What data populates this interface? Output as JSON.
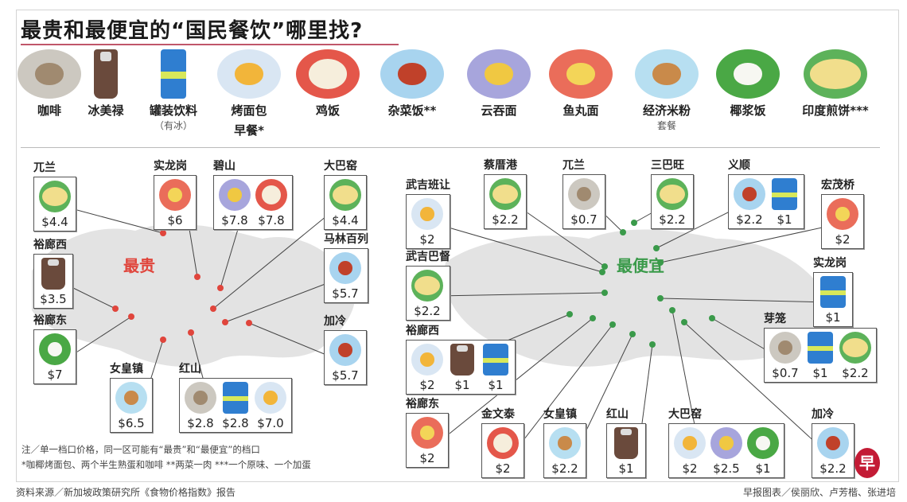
{
  "title": "最贵和最便宜的“国民餐饮”哪里找?",
  "foods": [
    {
      "label": "咖啡",
      "icon": "coffee"
    },
    {
      "label": "冰美禄",
      "icon": "milo"
    },
    {
      "label": "罐装饮料",
      "sub": "（有冰）",
      "icon": "can"
    },
    {
      "label": "烤面包",
      "sub": "早餐*",
      "icon": "toast"
    },
    {
      "label": "鸡饭",
      "icon": "chicken"
    },
    {
      "label": "杂菜饭**",
      "icon": "mixed"
    },
    {
      "label": "云吞面",
      "icon": "wanton"
    },
    {
      "label": "鱼丸面",
      "icon": "fishball"
    },
    {
      "label": "经济米粉",
      "sub": "套餐",
      "icon": "econ"
    },
    {
      "label": "椰浆饭",
      "icon": "nasi"
    },
    {
      "label": "印度煎饼***",
      "icon": "prata"
    }
  ],
  "expensive": {
    "label": "最贵",
    "color": "#e0453c",
    "areas": [
      {
        "name": "兀兰",
        "items": [
          {
            "icon": "prata",
            "price": "$4.4"
          }
        ]
      },
      {
        "name": "实龙岗",
        "items": [
          {
            "icon": "fishball",
            "price": "$6"
          }
        ]
      },
      {
        "name": "碧山",
        "items": [
          {
            "icon": "wanton",
            "price": "$7.8"
          },
          {
            "icon": "chicken",
            "price": "$7.8"
          }
        ]
      },
      {
        "name": "大巴窑",
        "items": [
          {
            "icon": "prata",
            "price": "$4.4"
          }
        ]
      },
      {
        "name": "裕廊西",
        "items": [
          {
            "icon": "milo",
            "price": "$3.5"
          }
        ]
      },
      {
        "name": "马林百列",
        "items": [
          {
            "icon": "mixed",
            "price": "$5.7"
          }
        ]
      },
      {
        "name": "裕廊东",
        "items": [
          {
            "icon": "nasi",
            "price": "$7"
          }
        ]
      },
      {
        "name": "加冷",
        "items": [
          {
            "icon": "mixed",
            "price": "$5.7"
          }
        ]
      },
      {
        "name": "女皇镇",
        "items": [
          {
            "icon": "econ",
            "price": "$6.5"
          }
        ]
      },
      {
        "name": "红山",
        "items": [
          {
            "icon": "coffee",
            "price": "$2.8"
          },
          {
            "icon": "can",
            "price": "$2.8"
          },
          {
            "icon": "toast",
            "price": "$7.0"
          }
        ]
      }
    ]
  },
  "cheapest": {
    "label": "最便宜",
    "color": "#3a9a4a",
    "areas": [
      {
        "name": "武吉班让",
        "items": [
          {
            "icon": "toast",
            "price": "$2"
          }
        ]
      },
      {
        "name": "蔡厝港",
        "items": [
          {
            "icon": "prata",
            "price": "$2.2"
          }
        ]
      },
      {
        "name": "兀兰",
        "items": [
          {
            "icon": "coffee",
            "price": "$0.7"
          }
        ]
      },
      {
        "name": "三巴旺",
        "items": [
          {
            "icon": "prata",
            "price": "$2.2"
          }
        ]
      },
      {
        "name": "义顺",
        "items": [
          {
            "icon": "mixed",
            "price": "$2.2"
          },
          {
            "icon": "can",
            "price": "$1"
          }
        ]
      },
      {
        "name": "宏茂桥",
        "items": [
          {
            "icon": "fishball",
            "price": "$2"
          }
        ]
      },
      {
        "name": "武吉巴督",
        "items": [
          {
            "icon": "prata",
            "price": "$2.2"
          }
        ]
      },
      {
        "name": "实龙岗",
        "items": [
          {
            "icon": "can",
            "price": "$1"
          }
        ]
      },
      {
        "name": "裕廊西",
        "items": [
          {
            "icon": "toast",
            "price": "$2"
          },
          {
            "icon": "milo",
            "price": "$1"
          },
          {
            "icon": "can",
            "price": "$1"
          }
        ]
      },
      {
        "name": "芽笼",
        "items": [
          {
            "icon": "coffee",
            "price": "$0.7"
          },
          {
            "icon": "can",
            "price": "$1"
          },
          {
            "icon": "prata",
            "price": "$2.2"
          }
        ]
      },
      {
        "name": "裕廊东",
        "items": [
          {
            "icon": "fishball",
            "price": "$2"
          }
        ]
      },
      {
        "name": "金文泰",
        "items": [
          {
            "icon": "chicken",
            "price": "$2"
          }
        ]
      },
      {
        "name": "女皇镇",
        "items": [
          {
            "icon": "econ",
            "price": "$2.2"
          }
        ]
      },
      {
        "name": "红山",
        "items": [
          {
            "icon": "milo",
            "price": "$1"
          }
        ]
      },
      {
        "name": "大巴窑",
        "items": [
          {
            "icon": "toast",
            "price": "$2"
          },
          {
            "icon": "wanton",
            "price": "$2.5"
          },
          {
            "icon": "nasi",
            "price": "$1"
          }
        ]
      },
      {
        "name": "加冷",
        "items": [
          {
            "icon": "mixed",
            "price": "$2.2"
          }
        ]
      }
    ]
  },
  "notes": [
    "注／单一档口价格，同一区可能有“最贵”和“最便宜”的档口",
    "*咖椰烤面包、两个半生熟蛋和咖啡 **两菜一肉 ***一个原味、一个加蛋"
  ],
  "source": "资料来源／新加坡政策研究所《食物价格指数》报告",
  "credit": "早报图表／侯丽欣、卢芳楷、张进培",
  "logo": "早"
}
